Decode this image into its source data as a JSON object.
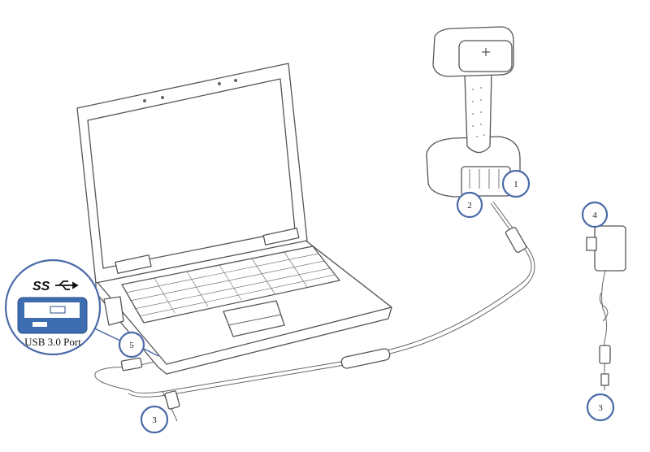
{
  "callouts": {
    "c1": "1",
    "c2": "2",
    "c3a": "3",
    "c3b": "3",
    "c4": "4",
    "c5": "5"
  },
  "usb_inset": {
    "logo_text": "SS",
    "label": "USB 3.0 Port",
    "port_color": "#3d6cb0",
    "callout_color": "#4a6aa8"
  }
}
